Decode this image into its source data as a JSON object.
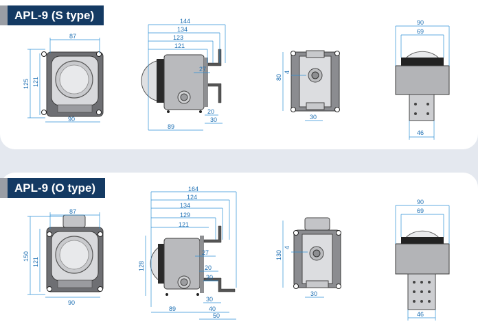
{
  "sections": [
    {
      "title": "APL-9 (S type)",
      "front": {
        "width": "87",
        "bottom": "90",
        "height_outer": "125",
        "height_inner": "121"
      },
      "side": {
        "d1": "144",
        "d2": "134",
        "d3": "123",
        "d4": "121",
        "d5": "27",
        "d6": "20",
        "d7": "30",
        "d8": "89"
      },
      "rear": {
        "h": "80",
        "small": "4",
        "w": "30"
      },
      "top": {
        "w1": "90",
        "w2": "69",
        "w3": "46"
      }
    },
    {
      "title": "APL-9 (O type)",
      "front": {
        "width": "87",
        "bottom": "90",
        "height_outer": "150",
        "height_inner": "121"
      },
      "side": {
        "d1": "164",
        "d2": "124",
        "d3": "134",
        "d4": "129",
        "d5": "121",
        "d6": "27",
        "d7": "20",
        "d8": "30",
        "d9": "30",
        "d10": "89",
        "d11": "40",
        "d12": "50",
        "d13": "128"
      },
      "rear": {
        "h": "130",
        "small": "4",
        "w": "30"
      },
      "top": {
        "w1": "90",
        "w2": "69",
        "w3": "46"
      }
    }
  ]
}
